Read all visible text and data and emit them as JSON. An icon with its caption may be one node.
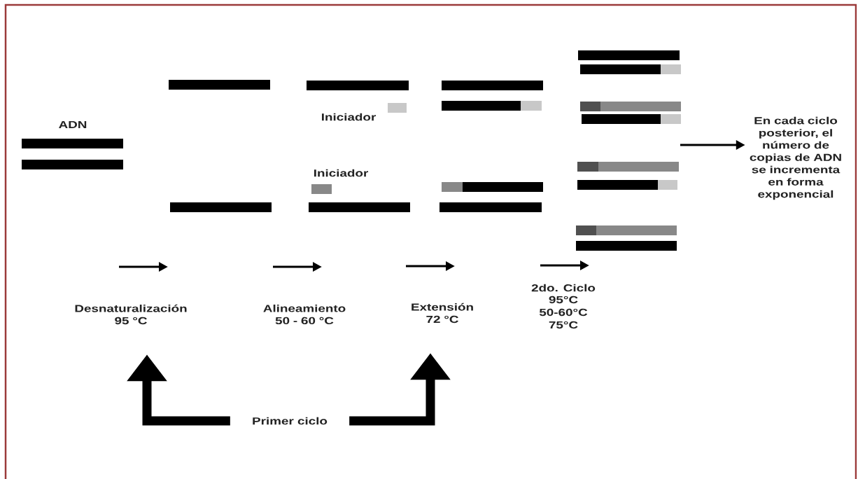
{
  "diagram": {
    "nodes": [
      {
        "text": [
          "Desnaturalización 95 °C"
        ]
      },
      {
        "text": [
          "Extensión 72 °C"
        ]
      },
      {
        "text": [
          "Primer ciclo"
        ]
      },
      {
        "text": [
          "En cada ciclo posterior, el número de copias de ADN se incrementa en forma exponencial"
        ]
      }
    ],
    "edges": [
      {
        "from": 2,
        "to": 0,
        "arrow": "to"
      },
      {
        "from": 2,
        "to": 1,
        "arrow": "to"
      },
      {
        "from": null,
        "to": 3,
        "arrow": "to"
      }
    ],
    "labels": [
      "ADN",
      "Iniciador",
      "Iniciador",
      "Alineamiento 50 - 60 °C",
      "2do. Ciclo",
      "95°C",
      "50-60°C",
      "75°C"
    ]
  }
}
